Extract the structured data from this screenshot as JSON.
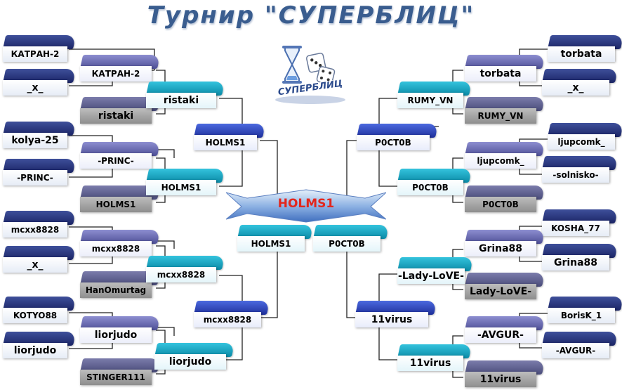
{
  "title": "Турнир \"СУПЕРБЛИЦ\"",
  "logo_text": "СУПЕРБЛИЦ",
  "champion": "HOLMS1",
  "colors": {
    "line": "#222222",
    "champion": "#e3261c",
    "title": "#3a5d8f"
  },
  "left": {
    "r1": [
      "КАТРАН-2",
      "_x_",
      "kolya-25",
      "-PRINC-",
      "mcxx8828",
      "_x_",
      "KOTYO88",
      "liorjudo"
    ],
    "r2": [
      "КАТРАН-2",
      "ristaki",
      "-PRINC-",
      "HOLMS1",
      "mcxx8828",
      "HanOmurtag",
      "liorjudo",
      "STINGER111"
    ],
    "r3": [
      "ristaki",
      "HOLMS1",
      "mcxx8828",
      "liorjudo"
    ],
    "r4": [
      "HOLMS1",
      "mcxx8828"
    ],
    "final": "HOLMS1"
  },
  "right": {
    "r1": [
      "torbata",
      "_x_",
      "ljupcomk_",
      "-solnisko-",
      "KOSHA_77",
      "Grina88",
      "BorisK_1",
      "-AVGUR-"
    ],
    "r2": [
      "torbata",
      "RUMY_VN",
      "ljupcomk_",
      "P0CT0B",
      "Grina88",
      "Lady-LoVE-",
      "-AVGUR-",
      "11virus"
    ],
    "r3": [
      "RUMY_VN",
      "P0CT0B",
      "-Lady-LoVE-",
      "11virus"
    ],
    "r4": [
      "P0CT0B",
      "11virus"
    ],
    "final": "P0CT0B"
  }
}
